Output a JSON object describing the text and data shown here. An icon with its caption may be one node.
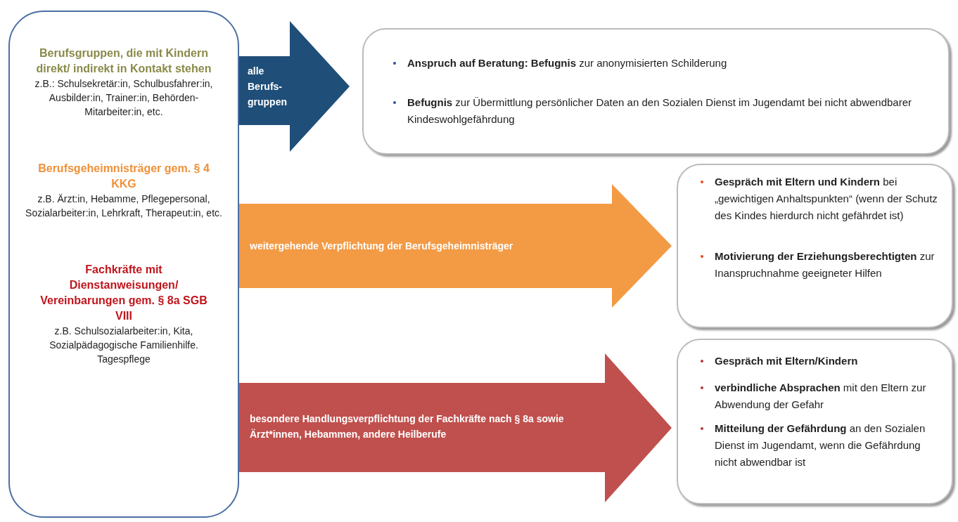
{
  "diagram": {
    "nodes": [
      {
        "text": [
          "Berufsgruppen, die mit Kindern direkt/ indirekt in Kontakt stehen",
          "z.B.: Schulsekretär:in, Schulbusfahrer:in, Ausbilder:in, Trainer:in, Behörden- Mitarbeiter:in, etc.",
          "Berufsgeheimnisträger gem. § 4 KKG",
          "z.B. Ärzt:in, Hebamme, Pflegepersonal, Sozialarbeiter:in, Lehrkraft, Therapeut:in, etc.",
          "Fachkräfte mit Dienstanweisungen/ Vereinbarungen gem. § 8a SGB VIII",
          "z.B. Schulsozialarbeiter:in, Kita, Sozialpädagogische Familienhilfe. Tagespflege"
        ]
      },
      {
        "text": [
          "**Anspruch auf Beratung: Befugnis** zur anonymisierten Schilderung",
          "**Befugnis** zur Übermittlung persönlicher Daten an den Sozialen Dienst im Jugendamt bei nicht abwendbarer Kindeswohlgefährdung"
        ]
      },
      {
        "text": [
          "**Gespräch mit Eltern und Kindern** bei „gewichtigen Anhaltspunkten“ (wenn der Schutz des Kindes hierdurch nicht gefährdet ist)",
          "**Motivierung der Erziehungsberechtigten** zur Inanspruchnahme geeigneter Hilfen"
        ]
      },
      {
        "text": [
          "**Gespräch mit Eltern/Kindern**",
          "**verbindliche Absprachen** mit den Eltern zur Abwendung der Gefahr",
          "**Mitteilung der Gefährdung** an den Sozialen Dienst im Jugendamt, wenn die Gefährdung nicht abwendbar ist"
        ]
      }
    ],
    "edges": [
      {
        "from": 0,
        "to": 1,
        "arrow": "to",
        "label": "alle Berufs- gruppen",
        "color": "#1f4e79"
      },
      {
        "from": 0,
        "to": 2,
        "arrow": "to",
        "label": "weitergehende Verpflichtung der Berufsgeheimnisträger",
        "color": "#f39a45"
      },
      {
        "from": 0,
        "to": 3,
        "arrow": "to",
        "label": "besondere Handlungsverpflichtung der Fachkräfte nach § 8a sowie Ärzt*innen, Hebammen, andere Heilberufe",
        "color": "#c0504d"
      }
    ]
  }
}
